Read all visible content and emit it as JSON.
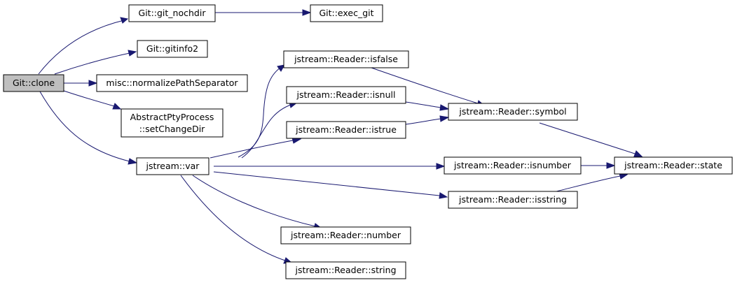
{
  "colors": {
    "edge": "#191970",
    "root_fill": "#bfbfbf",
    "node_fill": "#ffffff",
    "border": "#000000"
  },
  "nodes": {
    "git_clone": "Git::clone",
    "git_nochdir": "Git::git_nochdir",
    "exec_git": "Git::exec_git",
    "gitinfo2": "Git::gitinfo2",
    "normalize": "misc::normalizePathSeparator",
    "setchangedir_1": "AbstractPtyProcess",
    "setchangedir_2": "::setChangeDir",
    "var": "jstream::var",
    "isfalse": "jstream::Reader::isfalse",
    "isnull": "jstream::Reader::isnull",
    "istrue": "jstream::Reader::istrue",
    "symbol": "jstream::Reader::symbol",
    "isnumber": "jstream::Reader::isnumber",
    "isstring": "jstream::Reader::isstring",
    "state": "jstream::Reader::state",
    "number": "jstream::Reader::number",
    "string": "jstream::Reader::string"
  },
  "edges": [
    [
      "git_clone",
      "git_nochdir"
    ],
    [
      "git_nochdir",
      "exec_git"
    ],
    [
      "git_clone",
      "gitinfo2"
    ],
    [
      "git_clone",
      "normalize"
    ],
    [
      "git_clone",
      "setchangedir"
    ],
    [
      "git_clone",
      "var"
    ],
    [
      "var",
      "isfalse"
    ],
    [
      "var",
      "isnull"
    ],
    [
      "var",
      "istrue"
    ],
    [
      "var",
      "isnumber"
    ],
    [
      "var",
      "isstring"
    ],
    [
      "var",
      "number"
    ],
    [
      "var",
      "string"
    ],
    [
      "isfalse",
      "symbol"
    ],
    [
      "isnull",
      "symbol"
    ],
    [
      "istrue",
      "symbol"
    ],
    [
      "symbol",
      "state"
    ],
    [
      "isnumber",
      "state"
    ],
    [
      "isstring",
      "state"
    ]
  ]
}
